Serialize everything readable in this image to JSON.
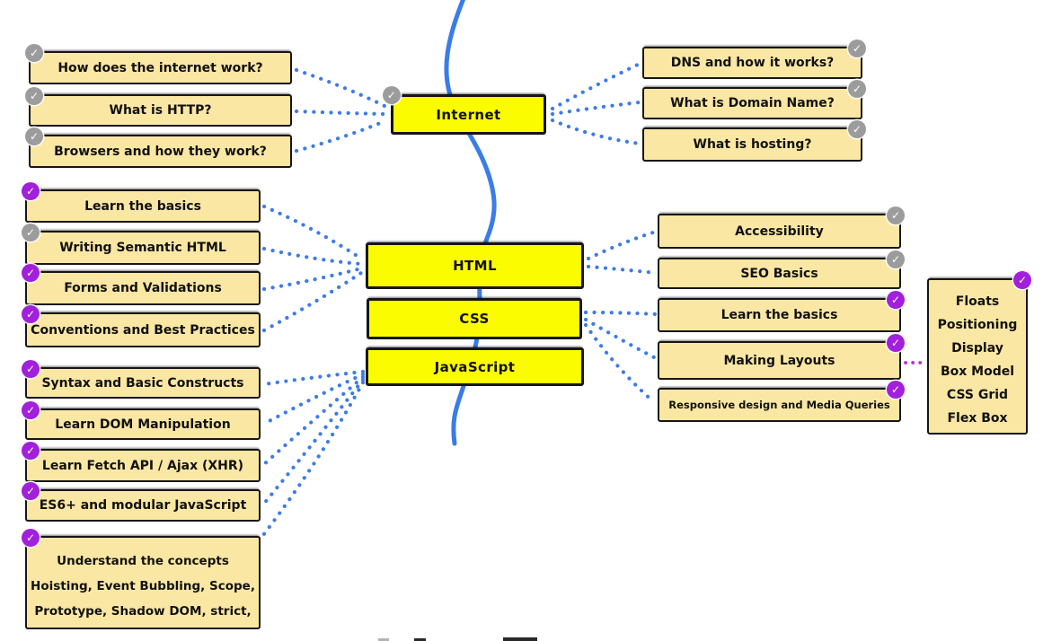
{
  "icons": {
    "check": "✓"
  },
  "colors": {
    "node_fill": "#FBE7A4",
    "hub_fill": "#FCFC00",
    "border": "#161616",
    "curve_blue": "#3A7CE8",
    "dots_blue": "#3D7BE8",
    "dots_purple": "#BB2BD8",
    "badge_done": "#A21FDB",
    "badge_pending": "#9C9C9C"
  },
  "hubs": {
    "internet": {
      "label": "Internet",
      "status": "pending"
    },
    "html": {
      "label": "HTML"
    },
    "css": {
      "label": "CSS"
    },
    "javascript": {
      "label": "JavaScript"
    }
  },
  "internet_left": [
    {
      "label": "How does the internet work?",
      "status": "pending"
    },
    {
      "label": "What is HTTP?",
      "status": "pending"
    },
    {
      "label": "Browsers and how they work?",
      "status": "pending"
    }
  ],
  "internet_right": [
    {
      "label": "DNS and how it works?",
      "status": "pending"
    },
    {
      "label": "What is Domain Name?",
      "status": "pending"
    },
    {
      "label": "What is hosting?",
      "status": "pending"
    }
  ],
  "html_left": [
    {
      "label": "Learn the basics",
      "status": "done"
    },
    {
      "label": "Writing Semantic HTML",
      "status": "pending"
    },
    {
      "label": "Forms and Validations",
      "status": "done"
    },
    {
      "label": "Conventions and Best Practices",
      "status": "done"
    }
  ],
  "html_right": [
    {
      "label": "Accessibility",
      "status": "pending"
    },
    {
      "label": "SEO Basics",
      "status": "pending"
    }
  ],
  "css_right": [
    {
      "label": "Learn the basics",
      "status": "done"
    },
    {
      "label": "Making Layouts",
      "status": "done"
    },
    {
      "label": "Responsive design and Media Queries",
      "status": "done"
    }
  ],
  "js_left": [
    {
      "label": "Syntax and Basic Constructs",
      "status": "done"
    },
    {
      "label": "Learn DOM Manipulation",
      "status": "done"
    },
    {
      "label": "Learn Fetch API / Ajax (XHR)",
      "status": "done"
    },
    {
      "label": "ES6+ and modular JavaScript",
      "status": "done"
    }
  ],
  "js_concepts": {
    "status": "done",
    "title": "Understand the concepts",
    "line1": "Hoisting, Event Bubbling, Scope,",
    "line2": "Prototype, Shadow DOM, strict,"
  },
  "css_panel": {
    "status": "done",
    "items": [
      "Floats",
      "Positioning",
      "Display",
      "Box Model",
      "CSS Grid",
      "Flex Box"
    ]
  }
}
